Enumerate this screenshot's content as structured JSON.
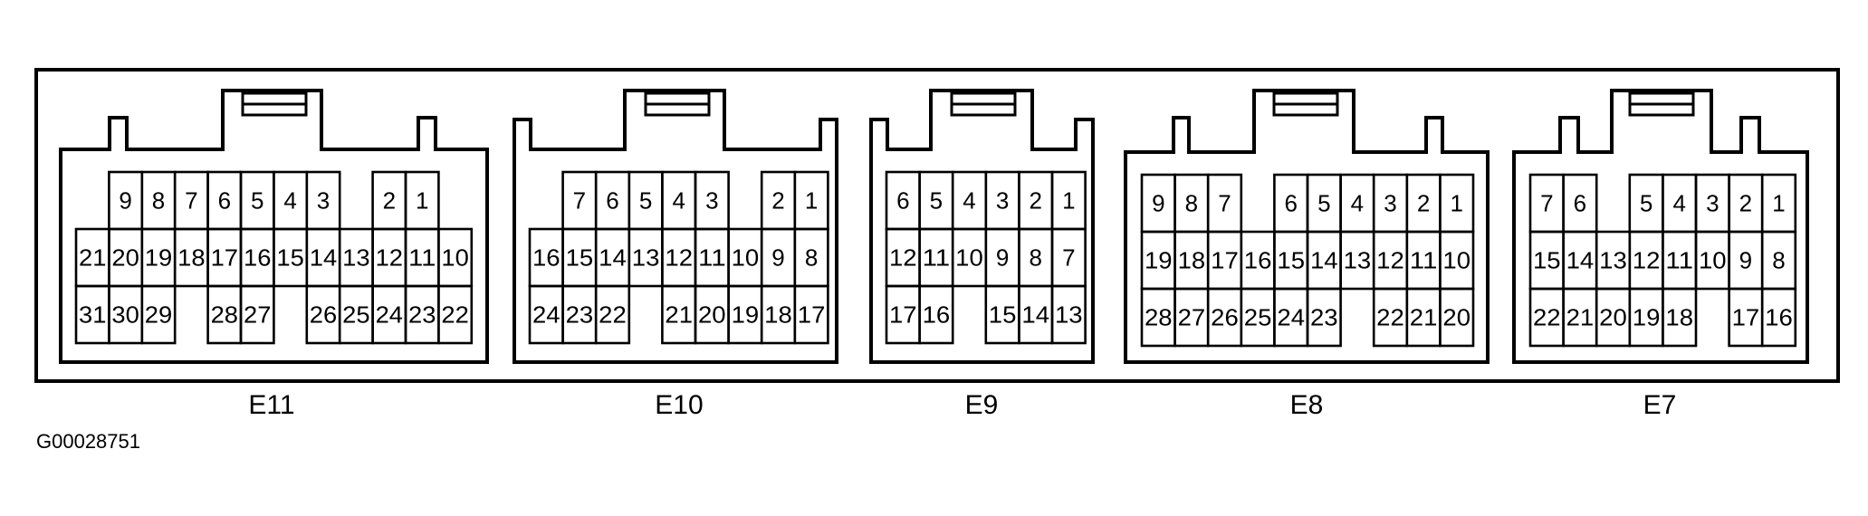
{
  "figure_id": "G00028751",
  "connectors": [
    {
      "label": "E11",
      "rows": [
        [
          "",
          "9",
          "8",
          "7",
          "6",
          "5",
          "4",
          "3",
          "",
          "2",
          "1",
          ""
        ],
        [
          "21",
          "20",
          "19",
          "18",
          "17",
          "16",
          "15",
          "14",
          "13",
          "12",
          "11",
          "10"
        ],
        [
          "31",
          "30",
          "29",
          "",
          "28",
          "27",
          "",
          "26",
          "25",
          "24",
          "23",
          "22"
        ]
      ]
    },
    {
      "label": "E10",
      "rows": [
        [
          "",
          "7",
          "6",
          "5",
          "4",
          "3",
          "",
          "2",
          "1",
          ""
        ],
        [
          "16",
          "15",
          "14",
          "13",
          "12",
          "11",
          "10",
          "9",
          "8"
        ],
        [
          "24",
          "23",
          "22",
          "",
          "21",
          "20",
          "19",
          "18",
          "17"
        ]
      ]
    },
    {
      "label": "E9",
      "rows": [
        [
          "6",
          "5",
          "4",
          "3",
          "2",
          "1"
        ],
        [
          "12",
          "11",
          "10",
          "9",
          "8",
          "7"
        ],
        [
          "17",
          "16",
          "",
          "15",
          "14",
          "13"
        ]
      ]
    },
    {
      "label": "E8",
      "rows": [
        [
          "9",
          "8",
          "7",
          "",
          "6",
          "5",
          "4",
          "3",
          "2",
          "1"
        ],
        [
          "19",
          "18",
          "17",
          "16",
          "15",
          "14",
          "13",
          "12",
          "11",
          "10"
        ],
        [
          "28",
          "27",
          "26",
          "25",
          "24",
          "23",
          "",
          "22",
          "21",
          "20"
        ]
      ]
    },
    {
      "label": "E7",
      "rows": [
        [
          "7",
          "6",
          "",
          "5",
          "4",
          "3",
          "2",
          "1"
        ],
        [
          "15",
          "14",
          "13",
          "12",
          "11",
          "10",
          "9",
          "8"
        ],
        [
          "22",
          "21",
          "20",
          "19",
          "18",
          "",
          "17",
          "16"
        ]
      ]
    }
  ]
}
